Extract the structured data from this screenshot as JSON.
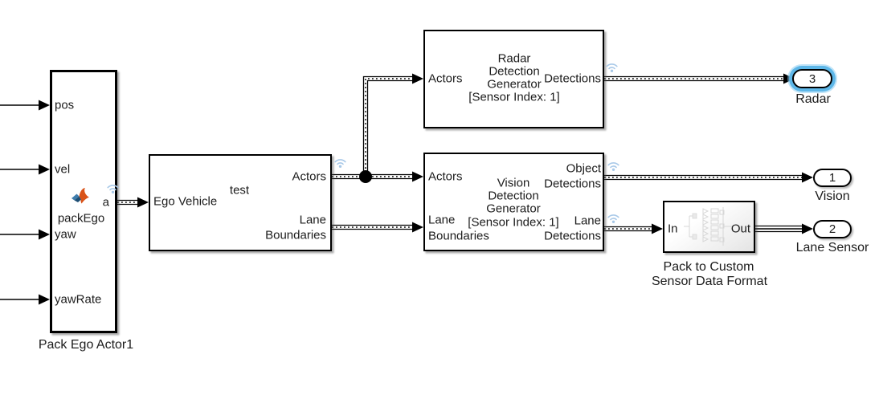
{
  "colors": {
    "selection_halo": "#5eb7e8",
    "wireless_icon": "#a9c9e8",
    "matlab_orange": "#d95319",
    "matlab_blue": "#3f7dad",
    "matlab_dark": "#1d4e74"
  },
  "blocks": {
    "pack_ego_actor": {
      "title": "Pack Ego Actor1",
      "function_label": "packEgo",
      "ports_in": [
        "pos",
        "vel",
        "yaw",
        "yawRate"
      ],
      "port_out": "a"
    },
    "ego_vehicle": {
      "name_label": "Ego Vehicle",
      "annotation": "test",
      "out_actors": "Actors",
      "out_lane_line1": "Lane",
      "out_lane_line2": "Boundaries"
    },
    "radar_generator": {
      "title_line1": "Radar",
      "title_line2": "Detection",
      "title_line3": "Generator",
      "title_line4": "[Sensor Index: 1]",
      "in_actors": "Actors",
      "out_detections": "Detections"
    },
    "vision_generator": {
      "title_line1": "Vision",
      "title_line2": "Detection",
      "title_line3": "Generator",
      "title_line4": "[Sensor Index: 1]",
      "in_actors": "Actors",
      "in_lane_line1": "Lane",
      "in_lane_line2": "Boundaries",
      "out_object_line1": "Object",
      "out_object_line2": "Detections",
      "out_lane_line1": "Lane",
      "out_lane_line2": "Detections"
    },
    "pack_to_custom": {
      "title_line1": "Pack to Custom",
      "title_line2": "Sensor Data Format",
      "in_label": "In",
      "out_label": "Out"
    }
  },
  "outports": {
    "radar": {
      "number": "3",
      "label": "Radar"
    },
    "vision": {
      "number": "1",
      "label": "Vision"
    },
    "lane_sensor": {
      "number": "2",
      "label": "Lane Sensor"
    }
  }
}
